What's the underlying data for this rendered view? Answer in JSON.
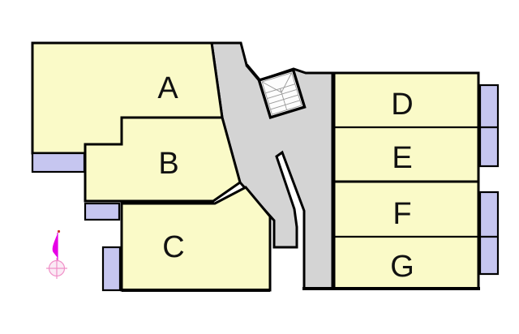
{
  "rooms": [
    {
      "label": "A"
    },
    {
      "label": "B"
    },
    {
      "label": "C"
    },
    {
      "label": "D"
    },
    {
      "label": "E"
    },
    {
      "label": "F"
    },
    {
      "label": "G"
    }
  ],
  "colors": {
    "room_fill": "#FAFAC8",
    "balcony_fill": "#C6C6F0",
    "corridor_fill": "#D4D4D4",
    "stairwell_fill": "#FDFDFD",
    "wall": "#000000",
    "compass_magenta": "#E600E6",
    "compass_pink": "#F090C8",
    "compass_circle_fill": "#FBEAF5",
    "compass_dot": "#CC3333"
  }
}
